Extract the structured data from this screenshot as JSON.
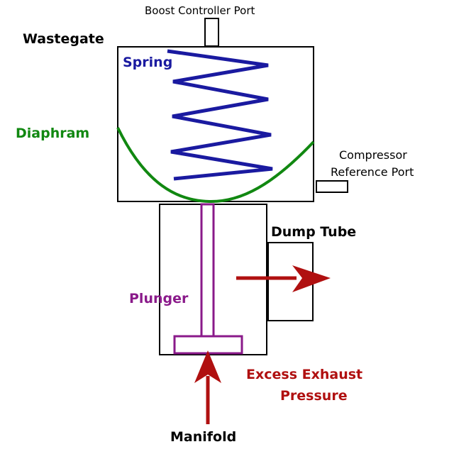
{
  "labels": {
    "boost_port": "Boost Controller Port",
    "wastegate": "Wastegate",
    "spring": "Spring",
    "diaphram": "Diaphram",
    "compressor_line1": "Compressor",
    "compressor_line2": "Reference Port",
    "dump_tube": "Dump Tube",
    "plunger": "Plunger",
    "excess_line1": "Excess Exhaust",
    "excess_line2": "Pressure",
    "manifold": "Manifold"
  },
  "colors": {
    "outline": "#000000",
    "spring": "#1a1aa0",
    "diaphram": "#118811",
    "plunger": "#8a1a8a",
    "arrow": "#b01010"
  }
}
